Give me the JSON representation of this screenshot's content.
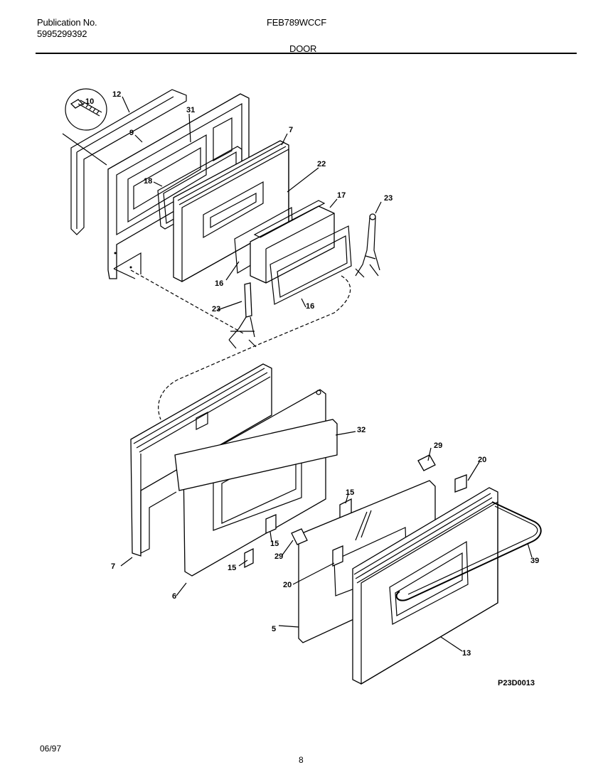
{
  "header": {
    "publication_label": "Publication No.",
    "publication_number": "5995299392",
    "model": "FEB789WCCF",
    "section": "DOOR"
  },
  "footer": {
    "date": "06/97",
    "page": "8"
  },
  "diagram": {
    "drawing_code": "P23D0013",
    "callouts": [
      "10",
      "12",
      "9",
      "31",
      "7",
      "18",
      "22",
      "17",
      "23",
      "16",
      "23",
      "16",
      "32",
      "29",
      "20",
      "15",
      "15",
      "15",
      "29",
      "20",
      "7",
      "6",
      "5",
      "13",
      "39"
    ]
  }
}
